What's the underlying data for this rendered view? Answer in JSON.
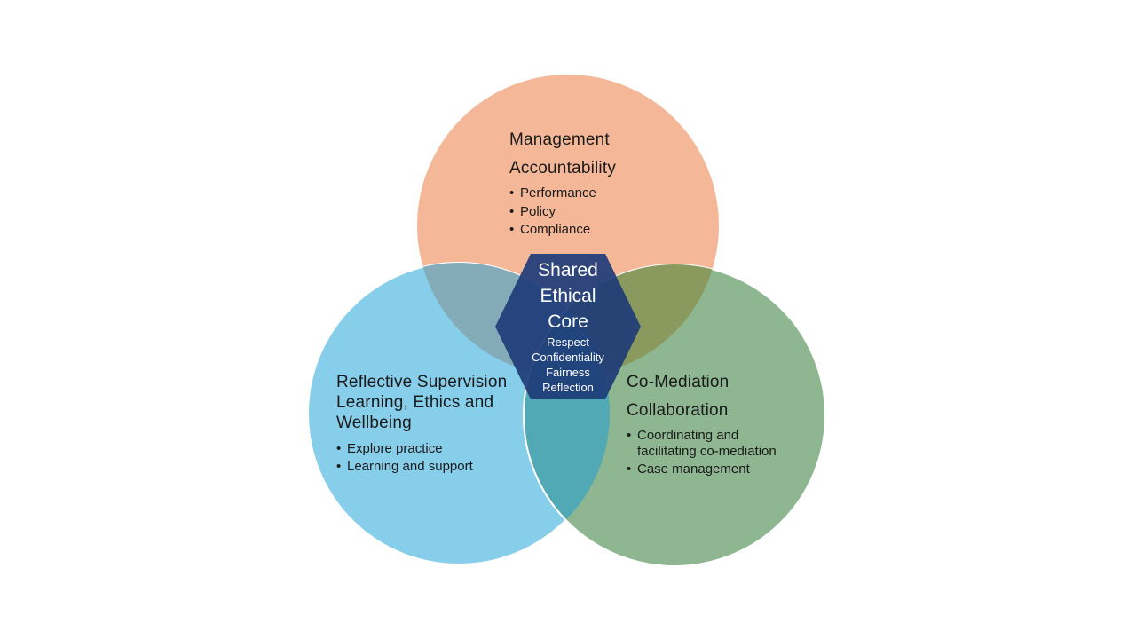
{
  "colors": {
    "management": "#F4B899",
    "reflective": "#87CEEB",
    "comediation": "#8DB691",
    "overlap_mgmt_refl": "#84ACB8",
    "overlap_mgmt_comed": "#8A9A5E",
    "overlap_refl_comed": "#50A9B4",
    "core": "#1F3C78",
    "text": "#1a1a1a",
    "core_text": "#FFFFFF"
  },
  "management": {
    "title": "Management",
    "subtitle": "Accountability",
    "bullets": [
      "Performance",
      "Policy",
      "Compliance"
    ]
  },
  "reflective": {
    "title": "Reflective Supervision",
    "subtitle_line1": "Learning, Ethics and",
    "subtitle_line2": "Wellbeing",
    "bullets": [
      "Explore practice",
      "Learning and support"
    ]
  },
  "comediation": {
    "title": "Co-Mediation",
    "subtitle": "Collaboration",
    "bullets": [
      {
        "line1": "Coordinating and",
        "line2": "facilitating co-mediation"
      },
      "Case management"
    ]
  },
  "core": {
    "title_lines": [
      "Shared",
      "Ethical",
      "Core"
    ],
    "values": [
      "Respect",
      "Confidentiality",
      "Fairness",
      "Reflection"
    ]
  }
}
